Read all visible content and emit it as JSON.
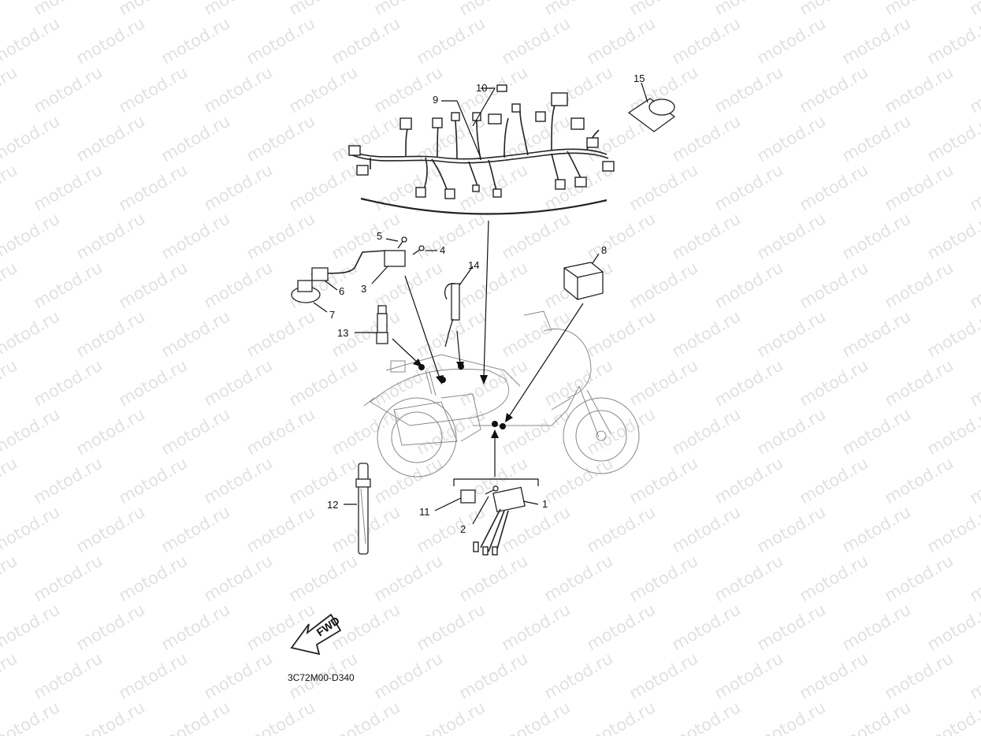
{
  "diagram": {
    "watermark": "motod.ru",
    "code": "3C72M00-D340",
    "fwd_label": "FWD",
    "callouts": [
      "1",
      "2",
      "3",
      "4",
      "5",
      "6",
      "7",
      "8",
      "9",
      "10",
      "11",
      "12",
      "13",
      "14",
      "15"
    ]
  }
}
